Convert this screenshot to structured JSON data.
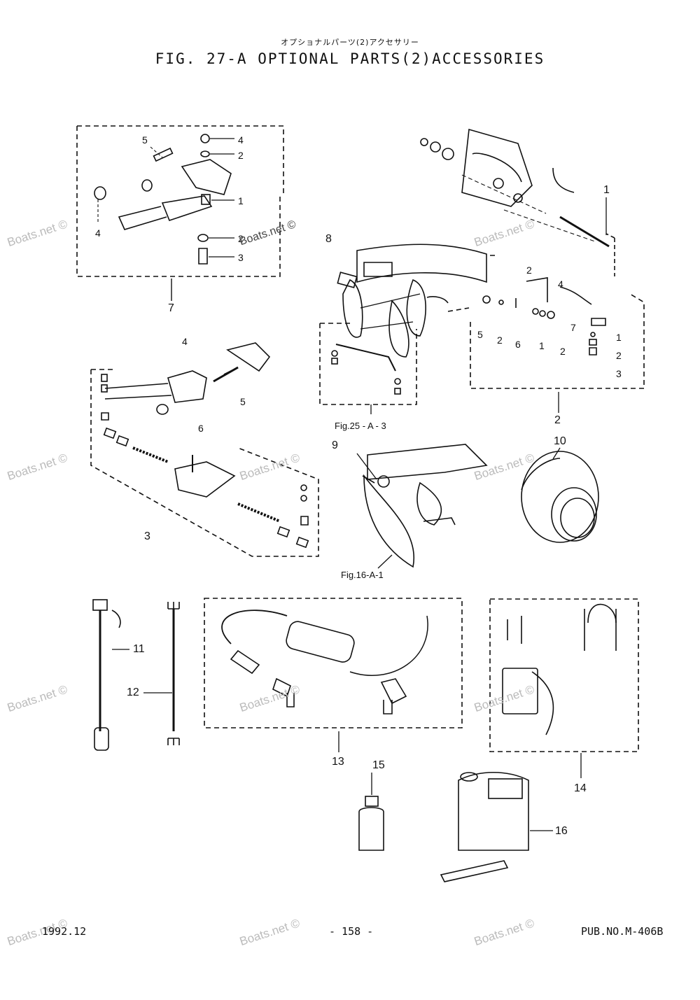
{
  "header": {
    "subtitle_jp": "オプショナルパーツ(2)アクセサリー",
    "title": "FIG. 27-A OPTIONAL PARTS(2)ACCESSORIES"
  },
  "callouts": {
    "g7": [
      "5",
      "4",
      "2",
      "1",
      "4",
      "2",
      "3",
      "7"
    ],
    "g1": "1",
    "g8": "8",
    "g2": [
      "2",
      "4",
      "5",
      "2",
      "6",
      "1",
      "2",
      "7",
      "1",
      "2",
      "3",
      "2"
    ],
    "g3": [
      "4",
      "5",
      "6",
      "3"
    ],
    "g9": "9",
    "g10": "10",
    "g11": "11",
    "g12": "12",
    "g13": "13",
    "g14": "14",
    "g15": "15",
    "g16": "16"
  },
  "refs": {
    "fig25": "Fig.25 - A - 3",
    "fig16": "Fig.16-A-1"
  },
  "watermarks": [
    "Boats.net ©"
  ],
  "footer": {
    "date": "1992.12",
    "page": "- 158 -",
    "pub": "PUB.NO.M-406B"
  }
}
